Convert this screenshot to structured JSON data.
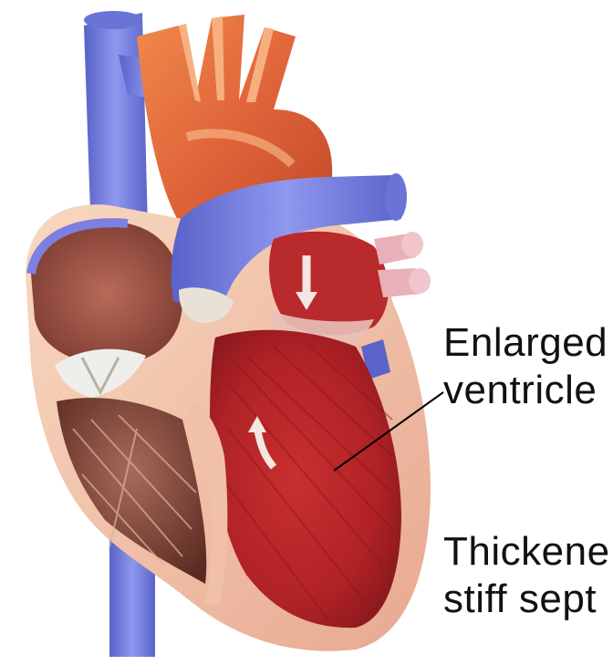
{
  "labels": {
    "enlarged_ventricle": {
      "line1": "Enlarged",
      "line2": "ventricle"
    },
    "thickened_septum": {
      "line1": "Thickene",
      "line2": "stiff sept"
    }
  },
  "colors": {
    "vein_blue": "#7b86e0",
    "aorta_orange": "#e06a3a",
    "muscle_red": "#b8282a",
    "outer_wall": "#f4c8b0",
    "atrium_brown": "#a85040",
    "leader_line": "#000000",
    "label_text": "#111111"
  }
}
